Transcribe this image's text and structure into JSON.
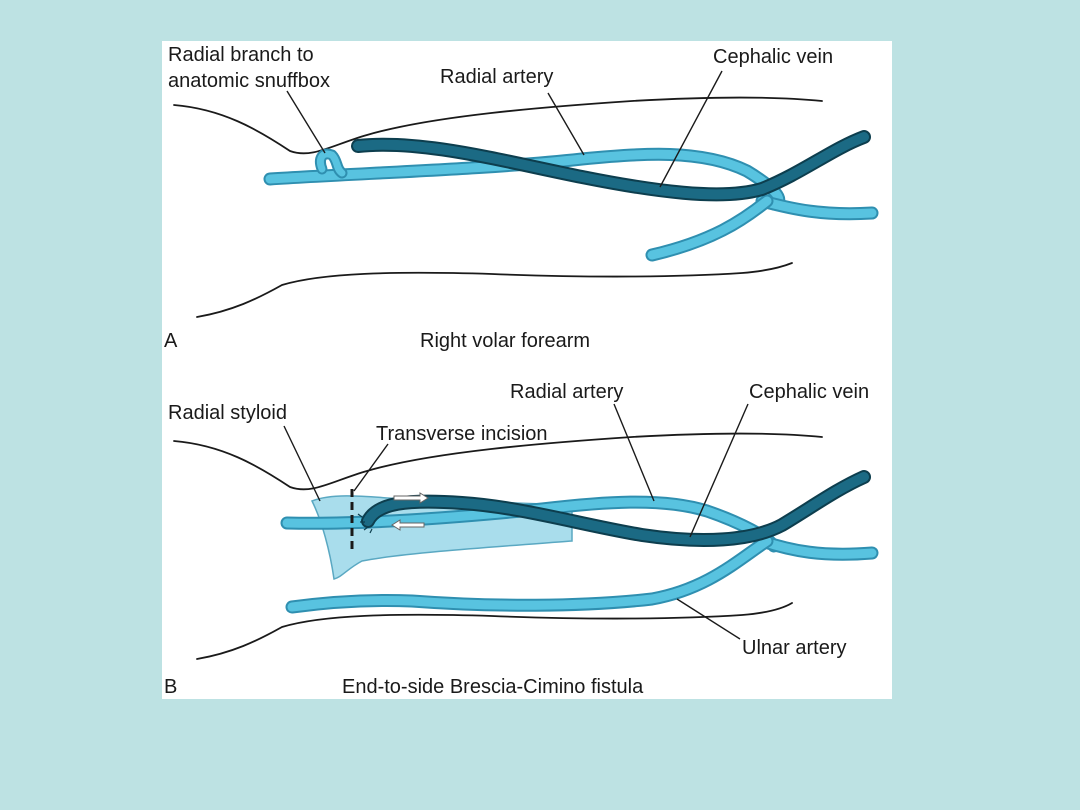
{
  "panel_a": {
    "letter": "A",
    "caption": "Right volar forearm",
    "labels": {
      "radial_branch_line1": "Radial branch to",
      "radial_branch_line2": "anatomic snuffbox",
      "radial_artery": "Radial artery",
      "cephalic_vein": "Cephalic vein"
    }
  },
  "panel_b": {
    "letter": "B",
    "caption": "End-to-side Brescia-Cimino fistula",
    "labels": {
      "radial_styloid": "Radial styloid",
      "transverse_incision": "Transverse incision",
      "radial_artery": "Radial artery",
      "cephalic_vein": "Cephalic vein",
      "ulnar_artery": "Ulnar artery"
    }
  },
  "colors": {
    "slide_background": "#bde2e3",
    "figure_background": "#ffffff",
    "artery": "#58c3e0",
    "vein": "#1b6a84",
    "styloid": "#a9ddec"
  }
}
